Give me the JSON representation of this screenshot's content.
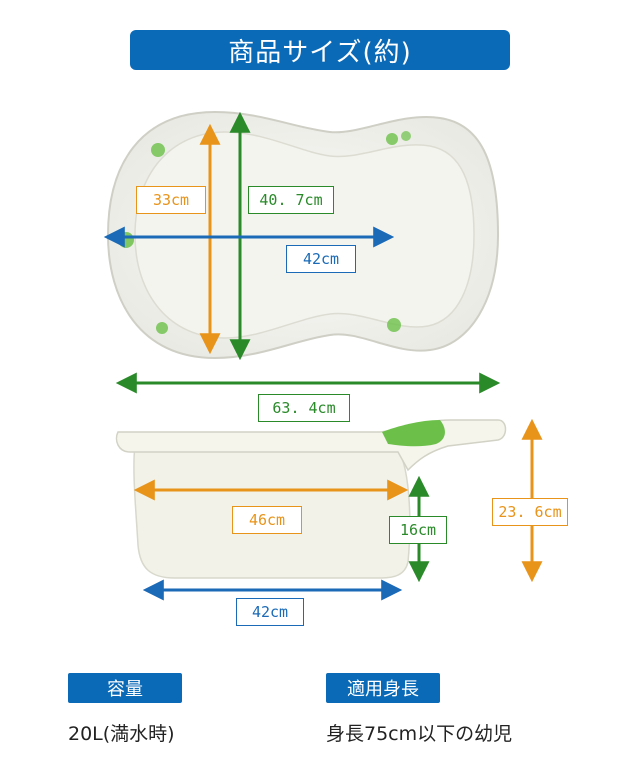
{
  "title": "商品サイズ(約)",
  "top_view": {
    "depth_label": "33cm",
    "width_label": "40. 7cm",
    "inner_length_label": "42cm"
  },
  "side_view": {
    "total_length_label": "63. 4cm",
    "bottom_length_label": "46cm",
    "inner_height_label": "16cm",
    "total_height_label": "23. 6cm",
    "base_length_label": "42cm"
  },
  "specs": {
    "capacity_heading": "容量",
    "capacity_value": "20L(満水時)",
    "usage_heading": "適用身長",
    "usage_value": "身長75cm以下の幼児"
  },
  "colors": {
    "blue": "#0a6ab7",
    "orange": "#e8941a",
    "green": "#2a8a2a",
    "accent_green": "#6cc04a"
  }
}
